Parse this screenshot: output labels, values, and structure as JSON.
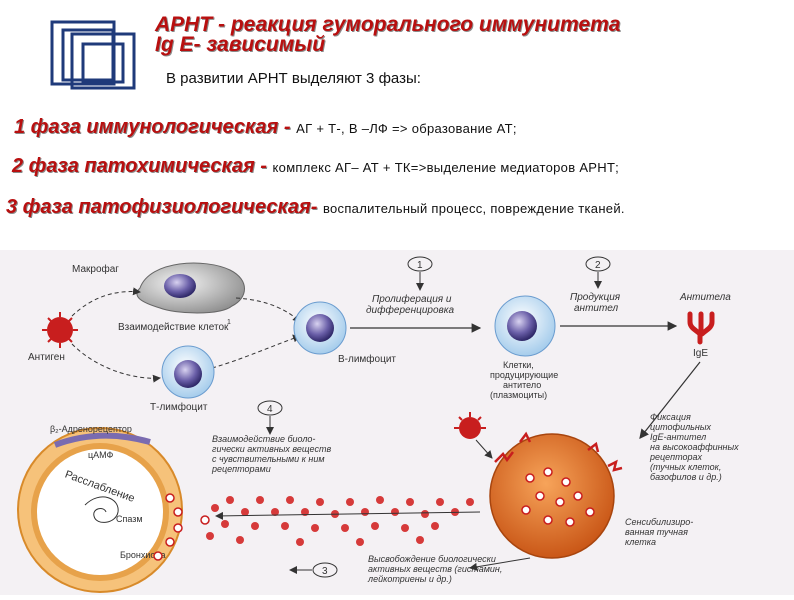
{
  "title": {
    "line1": "АРНТ - реакция гуморального иммунитета",
    "line2": "Ig E- зависимый"
  },
  "intro": "В развитии АРНТ выделяют 3 фазы:",
  "phases": [
    {
      "name": "1 фаза  иммунологическая - ",
      "text": "АГ + Т-, В –ЛФ => образование АТ;"
    },
    {
      "name": "2 фаза патохимическая - ",
      "text": "комплекс АГ– АТ + ТК=>выделение  медиаторов АРНТ;"
    },
    {
      "name": "3 фаза патофизиологическая- ",
      "text": "воспалительный процесс, повреждение тканей."
    }
  ],
  "diagram": {
    "steps": [
      "1",
      "2",
      "3",
      "4"
    ],
    "macrophage": "Макрофаг",
    "interaction": "Взаимодействие клеток",
    "interaction_sup": "1",
    "antigen": "Антиген",
    "t_cell": "Т-лимфоцит",
    "b_cell": "В-лимфоцит",
    "prolif": [
      "Пролиферация и",
      "дифференцировка"
    ],
    "production": [
      "Продукция",
      "антител"
    ],
    "antibody": "Антитела",
    "ige": "IgE",
    "plasma": [
      "Клетки,",
      "продуцирующие",
      "антитело",
      "(плазмоциты)"
    ],
    "beta_receptor": "β₂-Адренорецептор",
    "camp": "цАМФ",
    "relaxation": "Расслабление",
    "spasm": "Спазм",
    "bronchiole": "Бронхиола",
    "bio_interaction": [
      "Взаимодействие биоло-",
      "гически активных веществ",
      "с чувствительными к ним",
      "рецепторами"
    ],
    "fixation": [
      "Фиксация",
      "цитофильных",
      "IgE-антител",
      "на высокоаффинных",
      "рецепторах",
      "(тучных клеток,",
      "базофилов и др.)"
    ],
    "mast_cell": [
      "Сенсибилизиро-",
      "ванная тучная",
      "клетка"
    ],
    "release": [
      "Высвобождение  биологически",
      "активных веществ (гистамин,",
      "лейкотриены и др.)"
    ]
  },
  "colors": {
    "title_red": "#b80f0f",
    "logo_blue": "#1f3a7a",
    "cell_nucleus": "#6a5fa8",
    "antigen_red": "#c81e1e",
    "mast_orange": "#d96a22",
    "bronchiole_wall": "#e7a24a"
  }
}
